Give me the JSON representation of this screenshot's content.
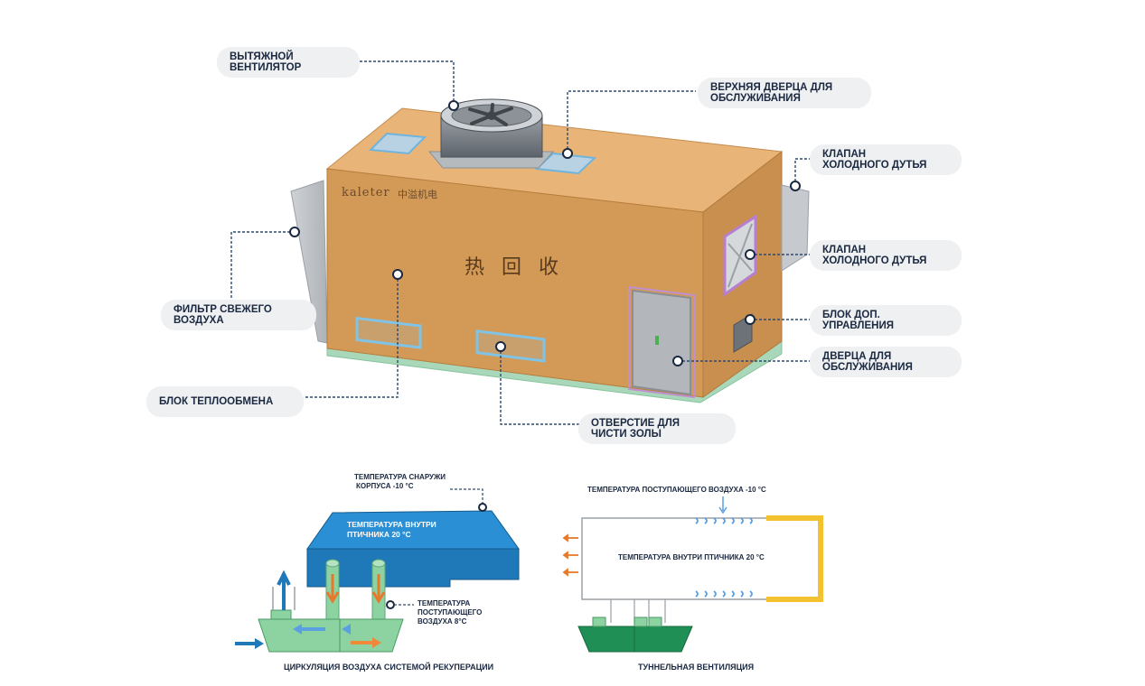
{
  "callouts": {
    "exhaust_fan": [
      "ВЫТЯЖНОЙ",
      "ВЕНТИЛЯТОР"
    ],
    "upper_service_door": [
      "ВЕРХНЯЯ ДВЕРЦА ДЛЯ",
      "ОБСЛУЖИВАНИЯ"
    ],
    "cold_blow_valve_top": [
      "КЛАПАН",
      "ХОЛОДНОГО ДУТЬЯ"
    ],
    "cold_blow_valve_side": [
      "КЛАПАН",
      "ХОЛОДНОГО ДУТЬЯ"
    ],
    "aux_control_unit": [
      "БЛОК ДОП.",
      "УПРАВЛЕНИЯ"
    ],
    "service_door": [
      "ДВЕРЦА ДЛЯ",
      "ОБСЛУЖИВАНИЯ"
    ],
    "fresh_air_filter": [
      "ФИЛЬТР СВЕЖЕГО",
      "ВОЗДУХА"
    ],
    "heat_exchange_unit": [
      "БЛОК ТЕПЛООБМЕНА"
    ],
    "ash_cleaning_hole": [
      "ОТВЕРСТИЕ ДЛЯ",
      "ЧИСТИ ЗОЛЫ"
    ]
  },
  "unit": {
    "brand": "kaleter",
    "brand_cn": "中溢机电",
    "front_text": "热 回 收"
  },
  "diagram_left": {
    "outside_temp": [
      "ТЕМПЕРАТУРА СНАРУЖИ",
      "КОРПУСА -10 °С"
    ],
    "inside_temp": [
      "ТЕМПЕРАТУРА ВНУТРИ",
      "ПТИЧНИКА 20 °С"
    ],
    "incoming_temp": [
      "ТЕМПЕРАТУРА",
      "ПОСТУПАЮЩЕГО",
      "ВОЗДУХА 8°С"
    ],
    "caption": "ЦИРКУЛЯЦИЯ ВОЗДУХА СИСТЕМОЙ РЕКУПЕРАЦИИ"
  },
  "diagram_right": {
    "incoming_temp": "ТЕМПЕРАТУРА ПОСТУПАЮЩЕГО ВОЗДУХА -10 °С",
    "inside_temp": "ТЕМПЕРАТУРА ВНУТРИ ПТИЧНИКА 20 °С",
    "caption": "ТУННЕЛЬНАЯ ВЕНТИЛЯЦИЯ"
  },
  "colors": {
    "housing_front": "#d39a57",
    "housing_top": "#e9b477",
    "housing_side": "#c98f4e",
    "base_green": "#a8d8b9",
    "leader_line": "#2c4a6e",
    "house_blue": "#1f78b8",
    "pipe_green": "#8dd3a1",
    "tunnel_yellow": "#f2c230",
    "arrow_orange": "#e8782a"
  }
}
